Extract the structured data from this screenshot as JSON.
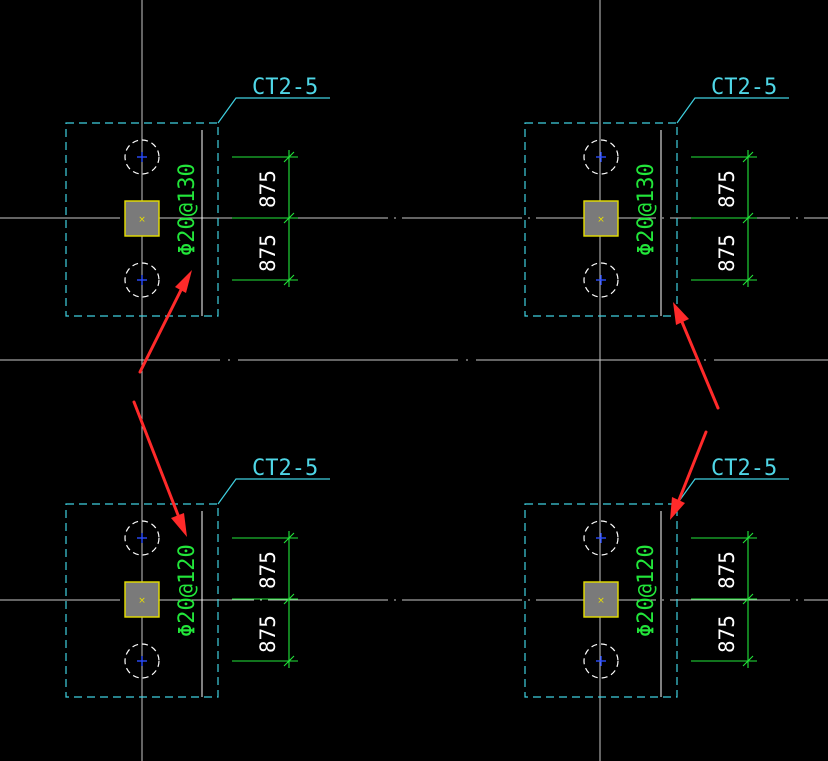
{
  "colors": {
    "background": "#000000",
    "axis": "#c8c8c8",
    "outline": "#3fd0e0",
    "pile": "#ffffff",
    "pile_center": "#2a4cff",
    "column_fill": "#7a7a7a",
    "column_border": "#e8e000",
    "dimension": "#22e63a",
    "dim_text": "#ffffff",
    "rebar_text": "#22e63a",
    "label_text": "#4fd6e6",
    "arrow": "#ff2a2a"
  },
  "caps": [
    {
      "id": "tl",
      "label": "CT2-5",
      "rebar": "Φ20@130",
      "dim_upper": "875",
      "dim_lower": "875"
    },
    {
      "id": "tr",
      "label": "CT2-5",
      "rebar": "Φ20@130",
      "dim_upper": "875",
      "dim_lower": "875"
    },
    {
      "id": "bl",
      "label": "CT2-5",
      "rebar": "Φ20@120",
      "dim_upper": "875",
      "dim_lower": "875"
    },
    {
      "id": "br",
      "label": "CT2-5",
      "rebar": "Φ20@120",
      "dim_upper": "875",
      "dim_lower": "875"
    }
  ]
}
